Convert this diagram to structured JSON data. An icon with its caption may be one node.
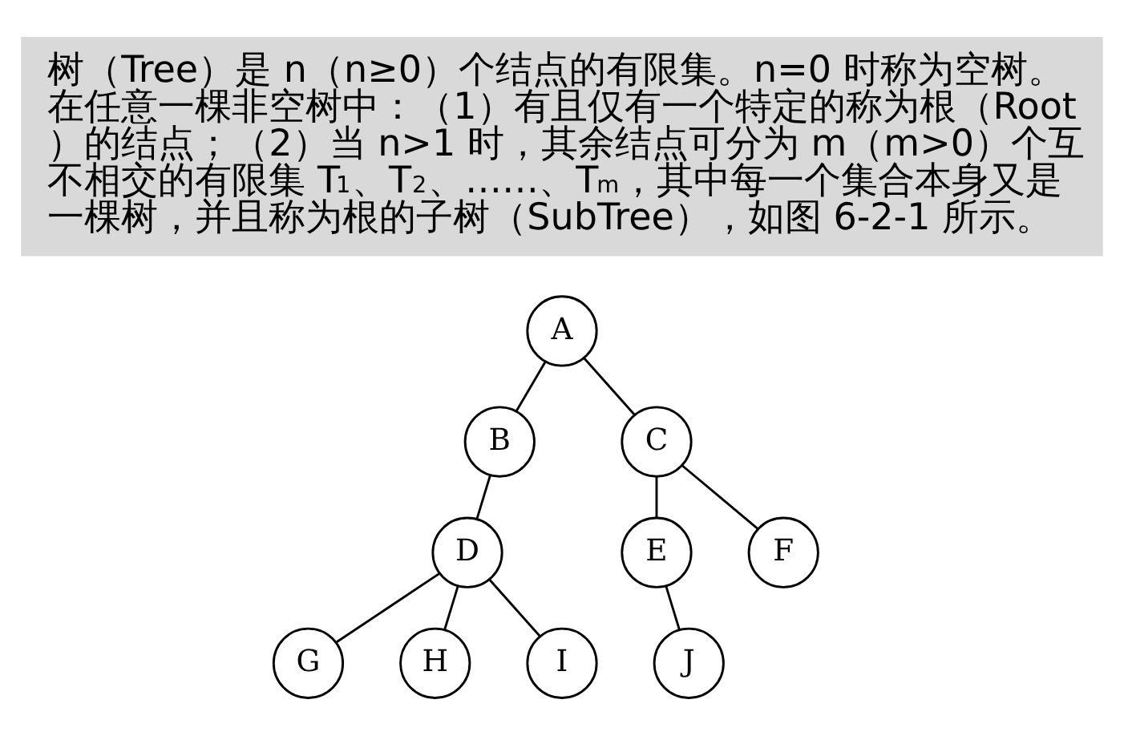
{
  "diagram": {
    "nodes": [
      {
        "text": [
          "树（Tree）是 n（n≥0）个结点的有限集。n=0 时称为空树。在任意一棵非空树中：（1）有且仅有一个特定的称为根（Root）的结点；（2）当 n>1 时，其余结点可分为 m（m>0）个互不相交的有限集 T$_{1}$、T$_{2}$、……、T$_{m}$，其中每一个集合本身又是一棵树，并且称为根的子树（SubTree），如图 6-2-1 所示。"
        ]
      },
      {
        "text": [
          "A"
        ]
      },
      {
        "text": [
          "B"
        ]
      },
      {
        "text": [
          "C"
        ]
      },
      {
        "text": [
          "D"
        ]
      },
      {
        "text": [
          "E"
        ]
      },
      {
        "text": [
          "F"
        ]
      },
      {
        "text": [
          "G"
        ]
      },
      {
        "text": [
          "H"
        ]
      },
      {
        "text": [
          "I"
        ]
      },
      {
        "text": [
          "J"
        ]
      }
    ],
    "edges": [
      {
        "from": 1,
        "to": 2,
        "arrow": "none"
      },
      {
        "from": 1,
        "to": 3,
        "arrow": "none"
      },
      {
        "from": 2,
        "to": 4,
        "arrow": "none"
      },
      {
        "from": 3,
        "to": 5,
        "arrow": "none"
      },
      {
        "from": 3,
        "to": 6,
        "arrow": "none"
      },
      {
        "from": 4,
        "to": 7,
        "arrow": "none"
      },
      {
        "from": 4,
        "to": 8,
        "arrow": "none"
      },
      {
        "from": 4,
        "to": 9,
        "arrow": "none"
      },
      {
        "from": 5,
        "to": 10,
        "arrow": "none"
      }
    ]
  }
}
